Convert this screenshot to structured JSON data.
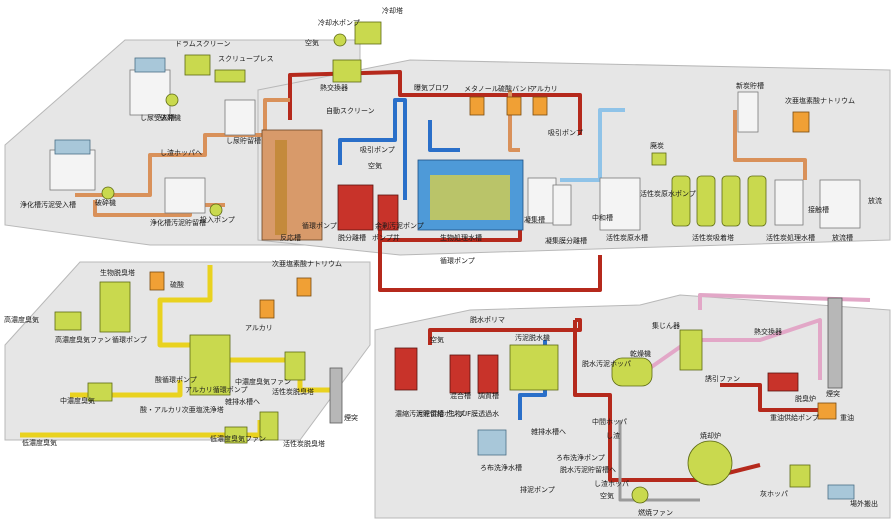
{
  "labels": {
    "cooling_tower": "冷却塔",
    "cooling_pump": "冷却水ポンプ",
    "air1": "空気",
    "drum_screen": "ドラムスクリーン",
    "screw_press": "スクリュープレス",
    "heat_exchanger1": "熱交換器",
    "auto_screen": "自動スクリーン",
    "blower1": "曝気ブロワ",
    "methanol": "メタノール",
    "sulfate_band": "硫酸バンド",
    "alkali1": "アルカリ",
    "activated_carbon_storage": "新炭貯槽",
    "hypochlorite1": "次亜塩素酸ナトリウム",
    "night_soil_tank": "し尿受入槽",
    "crusher1": "破砕機",
    "night_soil_hopper": "し渣ホッパへ",
    "night_soil_storage": "し尿貯留槽",
    "suction_pump1": "吸引ポンプ",
    "suction_pump2": "吸引ポンプ",
    "spent_carbon": "廃炭",
    "septic_tank": "浄化槽汚泥受入槽",
    "crusher2": "破砕機",
    "septic_storage": "浄化槽汚泥貯留槽",
    "feed_pump": "投入ポンプ",
    "reactor": "反応槽",
    "circ_pump1": "循環ポンプ",
    "denitrif_tank": "脱分離槽",
    "pump_well": "ポンプ井",
    "surplus_pump": "余剰汚泥ポンプ",
    "air2": "空気",
    "bio_tank": "生物処理水槽",
    "coag_tank": "凝集槽",
    "coag_sep": "凝集膜分離槽",
    "neutral_tank": "中和槽",
    "carbon_feed_pump": "活性炭原水ポンプ",
    "carbon_raw_tank": "活性炭原水槽",
    "carbon_tower": "活性炭吸着塔",
    "carbon_treated_tank": "活性炭処理水槽",
    "release_tank": "放流槽",
    "disinfect_tank": "接触槽",
    "outfall": "放流",
    "circ_pump2": "循環ポンプ",
    "bio_deodor_tower": "生物脱臭塔",
    "sulfuric_acid": "硫酸",
    "hypochlorite2": "次亜塩素酸ナトリウム",
    "high_odor": "高濃度臭気",
    "high_odor_fan": "高濃度臭気ファン",
    "circ_pump3": "循環ポンプ",
    "alkali2": "アルカリ",
    "mid_odor": "中濃度臭気",
    "acid_circ_pump": "酸循環ポンプ",
    "alkali_circ_pump": "アルカリ循環ポンプ",
    "mid_odor_fan": "中濃度臭気ファン",
    "carbon_deodor1": "活性炭脱臭塔",
    "acid_alkali_wash": "酸・アルカリ次亜塩洗浄塔",
    "misc_water": "雑排水槽へ",
    "low_odor": "低濃度臭気",
    "low_odor_fan": "低濃度臭気ファン",
    "carbon_deodor2": "活性炭脱臭塔",
    "stack1": "煙突",
    "dewater_polymer": "脱水ポリマ",
    "sludge_dewater": "汚泥脱水機",
    "dewater_cake_hopper": "脱水汚泥ホッパ",
    "dryer": "乾燥機",
    "dust_collector": "集じん器",
    "heat_exchanger2": "熱交換器",
    "stack2": "煙突",
    "air3": "空気",
    "conc_sludge_tank": "濃縮汚泥貯留槽",
    "sludge_feed_pump": "汚泥供給ポンプ",
    "mix_tank": "混合槽",
    "conditioning_tank": "調質槽",
    "bio_uf": "生物UF膜透過水",
    "induced_fan": "誘引ファン",
    "deodor_furnace": "脱臭炉",
    "fuel_feed_pump": "重油供給ポンプ",
    "fuel_oil": "重油",
    "misc_water2": "雑排水槽へ",
    "mid_hopper": "中間ホッパ",
    "hopper_s": "し渣",
    "filter_cloth_tank": "ろ布洗浄水槽",
    "filter_cloth_pump": "ろ布洗浄ポンプ",
    "dewater_storage": "脱水汚泥貯留槽へ",
    "residue_hopper": "し渣ホッパ",
    "incinerator": "焼却炉",
    "discharge_pump": "排泥ポンプ",
    "air4": "空気",
    "combustion_fan": "燃焼ファン",
    "ash_hopper": "灰ホッパ",
    "export": "場外搬出"
  }
}
